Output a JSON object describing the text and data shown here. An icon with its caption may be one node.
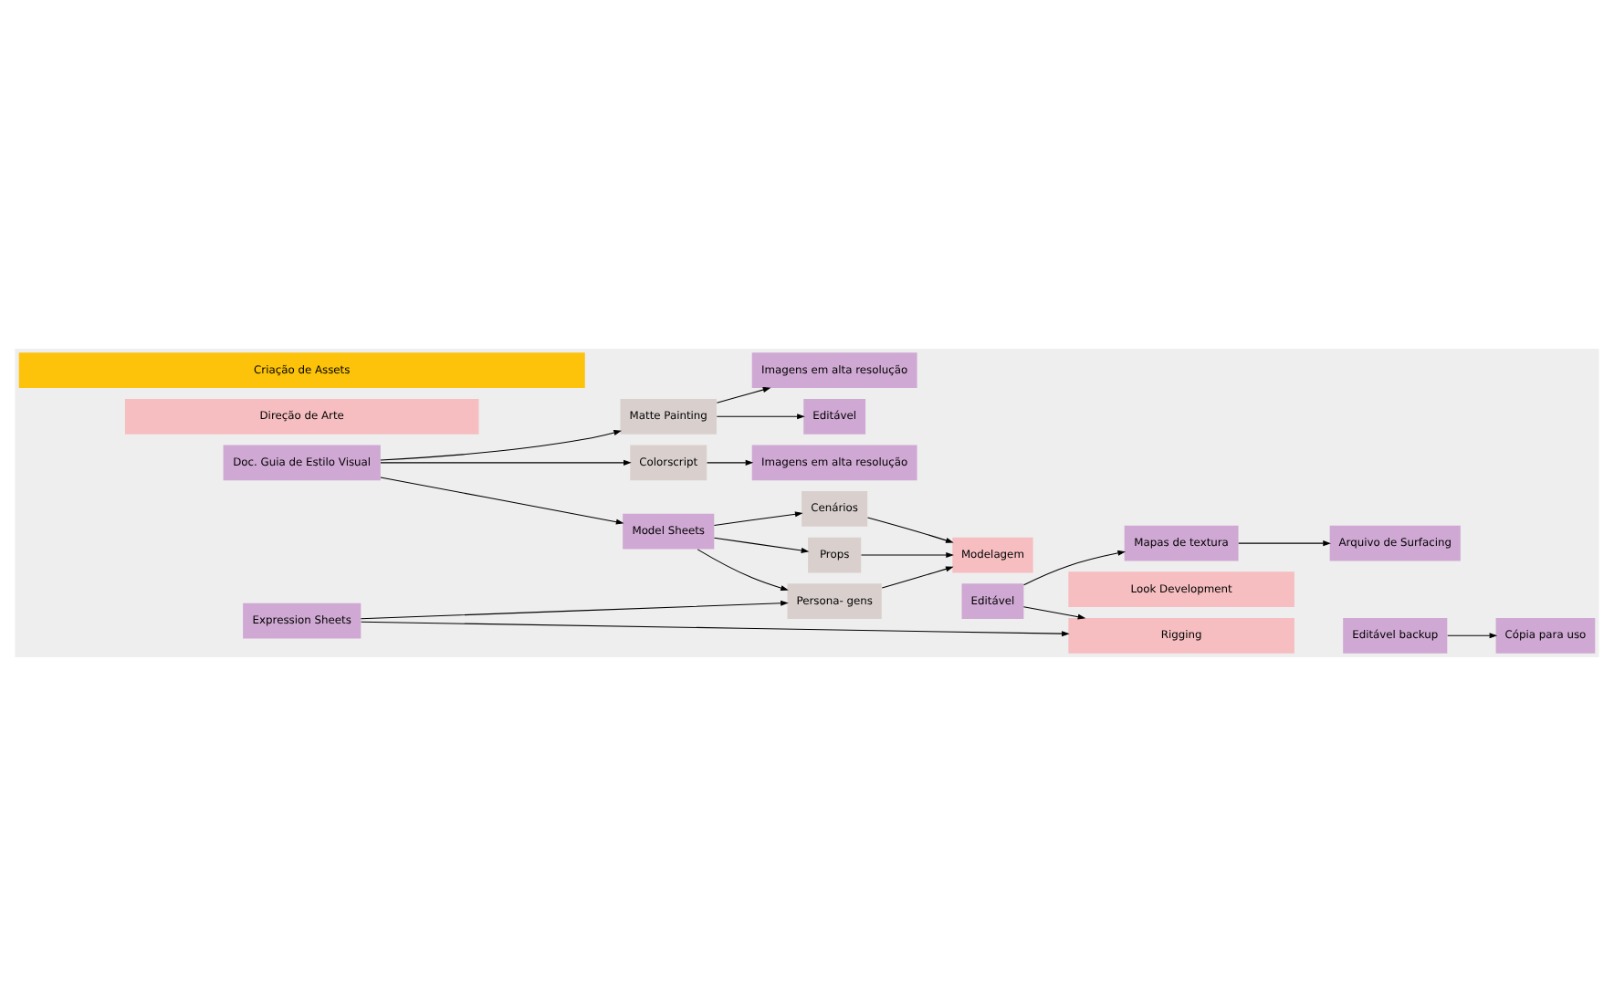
{
  "diagram": {
    "nodes": [
      {
        "text": [
          "Criação de Assets"
        ]
      },
      {
        "text": [
          "Direção de Arte"
        ]
      },
      {
        "text": [
          "Doc. Guia de Estilo Visual"
        ]
      },
      {
        "text": [
          "Matte Painting"
        ]
      },
      {
        "text": [
          "Imagens em alta resolução"
        ]
      },
      {
        "text": [
          "Editável"
        ]
      },
      {
        "text": [
          "Colorscript"
        ]
      },
      {
        "text": [
          "Imagens em alta resolução"
        ]
      },
      {
        "text": [
          "Model Sheets"
        ]
      },
      {
        "text": [
          "Cenários"
        ]
      },
      {
        "text": [
          "Props"
        ]
      },
      {
        "text": [
          "Persona- gens"
        ]
      },
      {
        "text": [
          "Expression Sheets"
        ]
      },
      {
        "text": [
          "Modelagem"
        ]
      },
      {
        "text": [
          "Editável"
        ]
      },
      {
        "text": [
          "Look Development"
        ]
      },
      {
        "text": [
          "Mapas de textura"
        ]
      },
      {
        "text": [
          "Arquivo de Surfacing"
        ]
      },
      {
        "text": [
          "Rigging"
        ]
      },
      {
        "text": [
          "Editável backup"
        ]
      },
      {
        "text": [
          "Cópia para uso"
        ]
      }
    ],
    "edges": [
      {
        "from": 2,
        "to": 3,
        "arrow": "to"
      },
      {
        "from": 2,
        "to": 6,
        "arrow": "to"
      },
      {
        "from": 2,
        "to": 8,
        "arrow": "to"
      },
      {
        "from": 3,
        "to": 4,
        "arrow": "to"
      },
      {
        "from": 3,
        "to": 5,
        "arrow": "to"
      },
      {
        "from": 6,
        "to": 7,
        "arrow": "to"
      },
      {
        "from": 8,
        "to": 9,
        "arrow": "to"
      },
      {
        "from": 8,
        "to": 10,
        "arrow": "to"
      },
      {
        "from": 8,
        "to": 11,
        "arrow": "to"
      },
      {
        "from": 12,
        "to": 11,
        "arrow": "to"
      },
      {
        "from": 12,
        "to": 18,
        "arrow": "to"
      },
      {
        "from": 9,
        "to": 13,
        "arrow": "to"
      },
      {
        "from": 10,
        "to": 13,
        "arrow": "to"
      },
      {
        "from": 11,
        "to": 13,
        "arrow": "to"
      },
      {
        "from": 14,
        "to": 16,
        "arrow": "to"
      },
      {
        "from": 14,
        "to": 18,
        "arrow": "to"
      },
      {
        "from": 16,
        "to": 17,
        "arrow": "to"
      },
      {
        "from": 19,
        "to": 20,
        "arrow": "to"
      }
    ]
  }
}
